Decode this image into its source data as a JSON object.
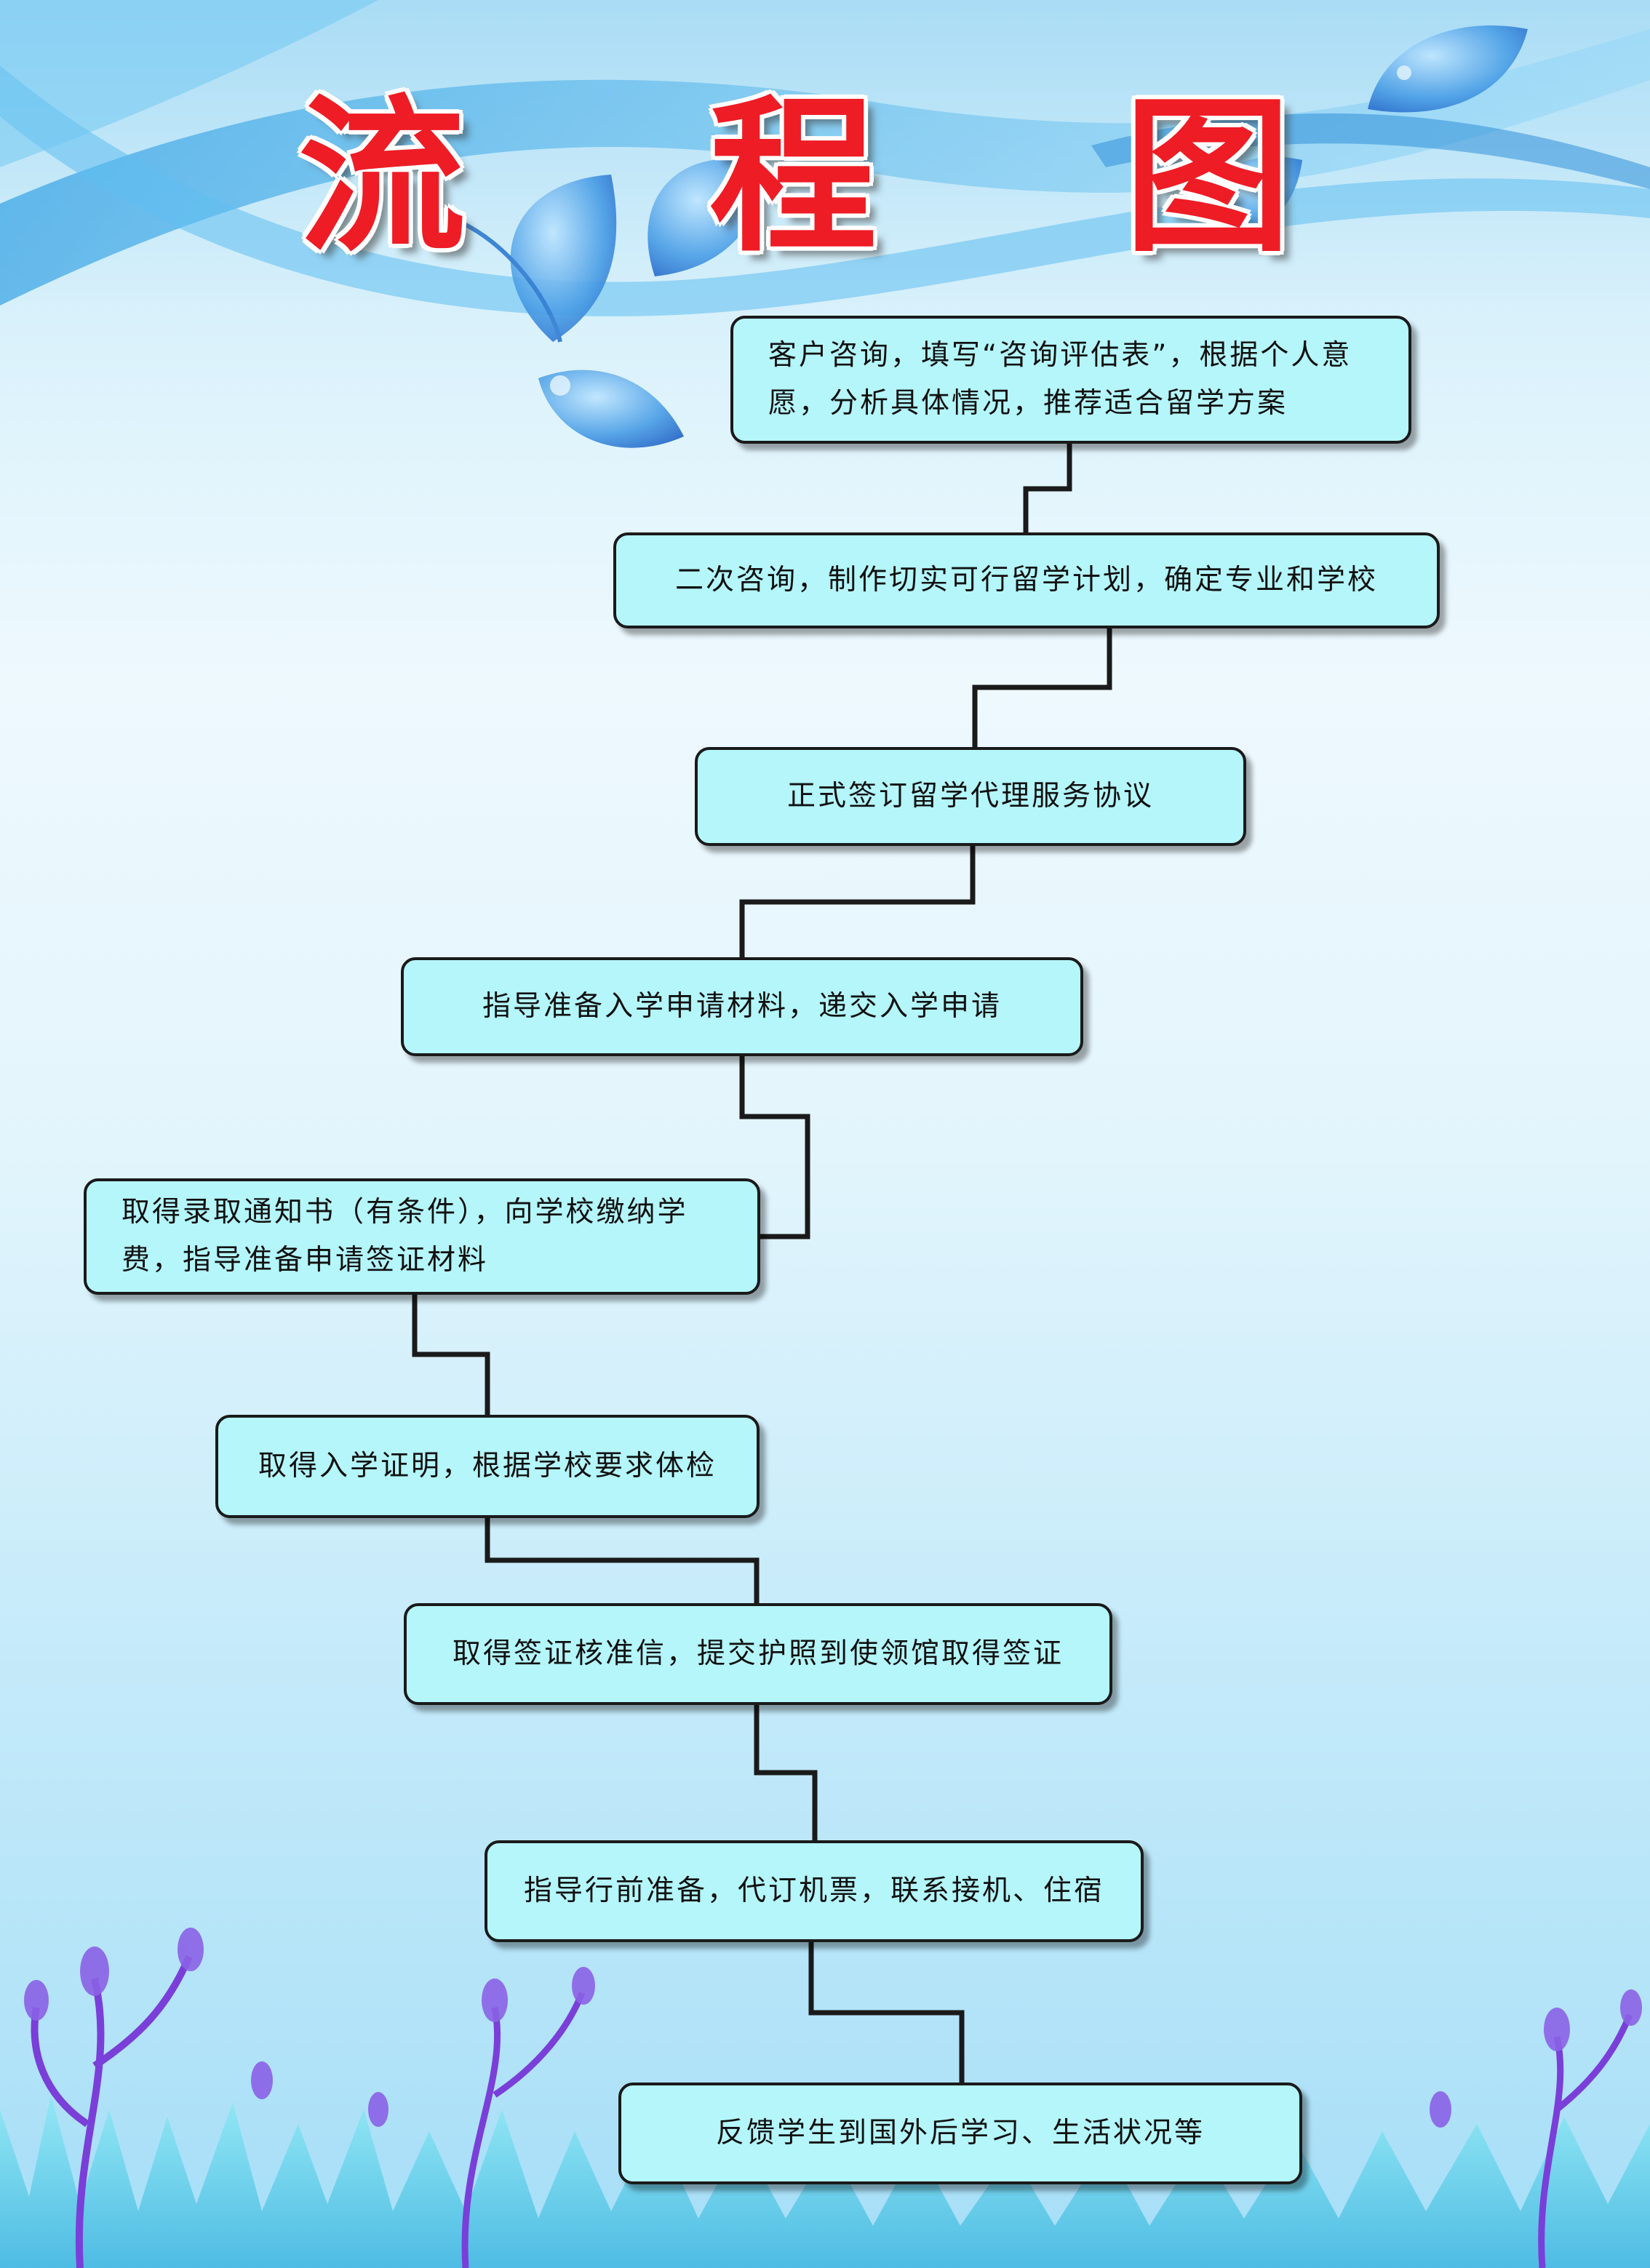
{
  "title": {
    "chars": [
      "流",
      "程",
      "图"
    ]
  },
  "colors": {
    "title": "#ee1c25",
    "box_fill": "#b4f6fa",
    "box_border": "#1a1a1a",
    "leaf": "#3a8fe0",
    "swoosh": "#4fb3ea",
    "plant": "#7a3fd8"
  },
  "steps": [
    {
      "text": "客户咨询，填写“咨询评估表”，根据个人意愿，分析具体情况，推荐适合留学方案"
    },
    {
      "text": "二次咨询，制作切实可行留学计划，确定专业和学校"
    },
    {
      "text": "正式签订留学代理服务协议"
    },
    {
      "text": "指导准备入学申请材料，递交入学申请"
    },
    {
      "text": "取得录取通知书（有条件），向学校缴纳学费，指导准备申请签证材料"
    },
    {
      "text": "取得入学证明，根据学校要求体检"
    },
    {
      "text": "取得签证核准信，提交护照到使领馆取得签证"
    },
    {
      "text": "指导行前准备，代订机票，联系接机、住宿"
    },
    {
      "text": "反馈学生到国外后学习、生活状况等"
    }
  ]
}
